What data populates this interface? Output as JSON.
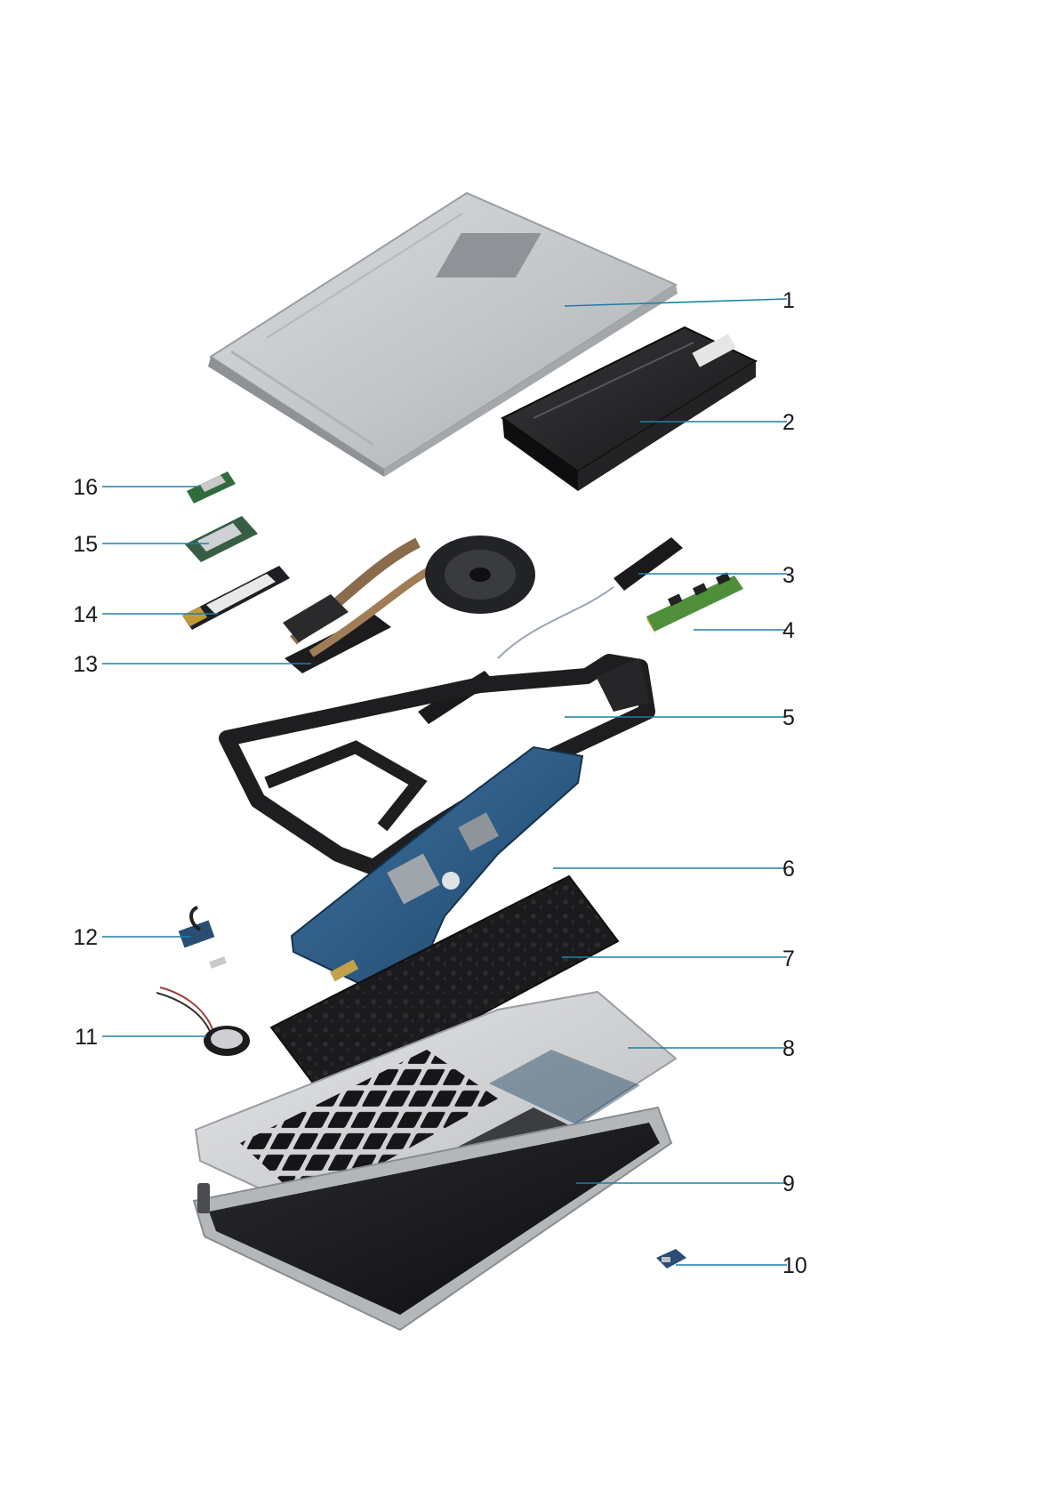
{
  "diagram": {
    "callouts": [
      {
        "id": 1,
        "label": "1"
      },
      {
        "id": 2,
        "label": "2"
      },
      {
        "id": 3,
        "label": "3"
      },
      {
        "id": 4,
        "label": "4"
      },
      {
        "id": 5,
        "label": "5"
      },
      {
        "id": 6,
        "label": "6"
      },
      {
        "id": 7,
        "label": "7"
      },
      {
        "id": 8,
        "label": "8"
      },
      {
        "id": 9,
        "label": "9"
      },
      {
        "id": 10,
        "label": "10"
      },
      {
        "id": 11,
        "label": "11"
      },
      {
        "id": 12,
        "label": "12"
      },
      {
        "id": 13,
        "label": "13"
      },
      {
        "id": 14,
        "label": "14"
      },
      {
        "id": 15,
        "label": "15"
      },
      {
        "id": 16,
        "label": "16"
      }
    ],
    "colors": {
      "leader_line": "#1f7fa8",
      "aluminum": "#c8cacc",
      "board_blue": "#2d5b86",
      "dark_plastic": "#1c1c1e",
      "ram_green": "#4f8f3a"
    }
  }
}
